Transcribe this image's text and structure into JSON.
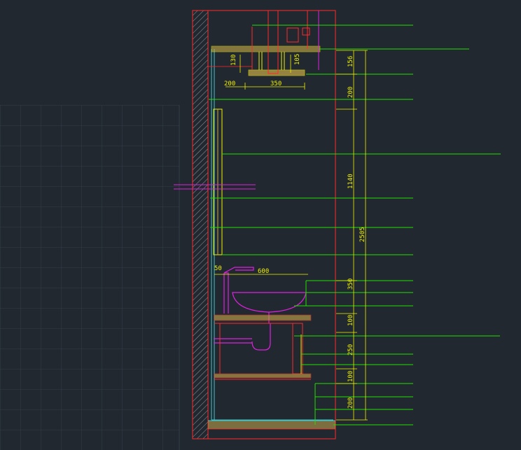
{
  "drawing": {
    "type": "cad-section",
    "background": "#212830",
    "colors": {
      "wall": "#ff2a2a",
      "leader": "#22e000",
      "dimension": "#f0f000",
      "fixture": "#e020e0",
      "finish": "#40c8d0",
      "grid": "#3a4450"
    },
    "dimensions": {
      "top_130": "130",
      "top_105": "105",
      "top_200": "200",
      "top_350": "350",
      "sink_50": "50",
      "sink_600": "600",
      "chain_156": "156",
      "chain_200a": "200",
      "chain_1140": "1140",
      "chain_350": "350",
      "chain_100a": "100",
      "chain_250": "250",
      "chain_100b": "100",
      "chain_200b": "200",
      "overall_2505": "2505"
    }
  }
}
